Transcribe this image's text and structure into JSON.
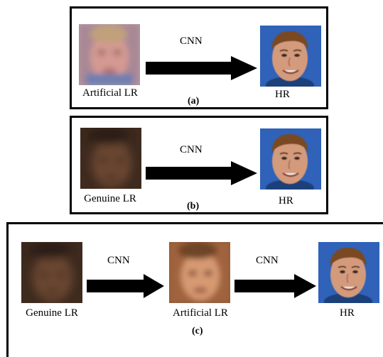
{
  "panel_a": {
    "method": "CNN",
    "input": "Artificial LR",
    "output": "HR",
    "caption": "(a)"
  },
  "panel_b": {
    "method": "CNN",
    "input": "Genuine LR",
    "output": "HR",
    "caption": "(b)"
  },
  "panel_c": {
    "method_1": "CNN",
    "method_2": "CNN",
    "input": "Genuine LR",
    "intermediate": "Artificial LR",
    "output": "HR",
    "caption": "(c)"
  },
  "colors": {
    "border": "#000000",
    "arrow": "#000000",
    "hr_background": "#2f62b8",
    "hr_skin": "#d39a7c",
    "hr_hair": "#7a4a22",
    "genuine_lr": "#4a3020",
    "artificial_lr_a": "#c98f8f",
    "artificial_lr_c": "#b87a52"
  },
  "icons": [
    "face-image",
    "right-arrow"
  ]
}
